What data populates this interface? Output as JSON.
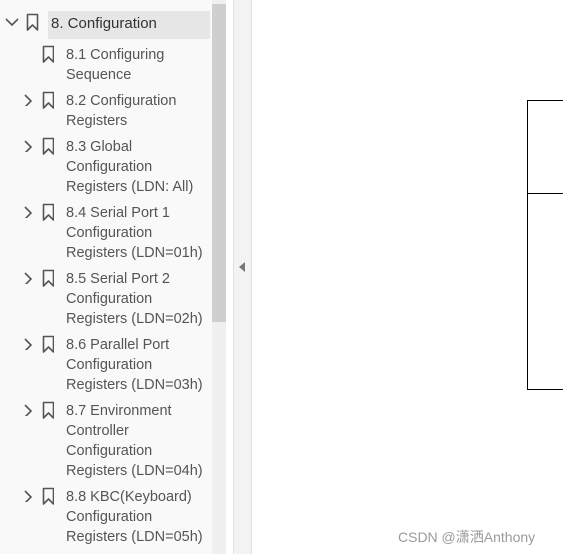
{
  "bookmarks": {
    "top": "8. Configuration",
    "items": [
      {
        "label": "8.1 Configuring\nSequence",
        "has_children": false
      },
      {
        "label": "8.2 Configuration\nRegisters",
        "has_children": true
      },
      {
        "label": "8.3 Global\nConfiguration\nRegisters (LDN: All)",
        "has_children": true
      },
      {
        "label": "8.4 Serial Port 1\nConfiguration\nRegisters (LDN=01h)",
        "has_children": true
      },
      {
        "label": "8.5 Serial Port 2\nConfiguration\nRegisters (LDN=02h)",
        "has_children": true
      },
      {
        "label": "8.6 Parallel Port\nConfiguration\nRegisters (LDN=03h)",
        "has_children": true
      },
      {
        "label": "8.7 Environment\nController\nConfiguration\nRegisters (LDN=04h)",
        "has_children": true
      },
      {
        "label": "8.8 KBC(Keyboard)\nConfiguration\nRegisters (LDN=05h)",
        "has_children": true
      }
    ]
  },
  "watermark": "CSDN @潇洒Anthony"
}
